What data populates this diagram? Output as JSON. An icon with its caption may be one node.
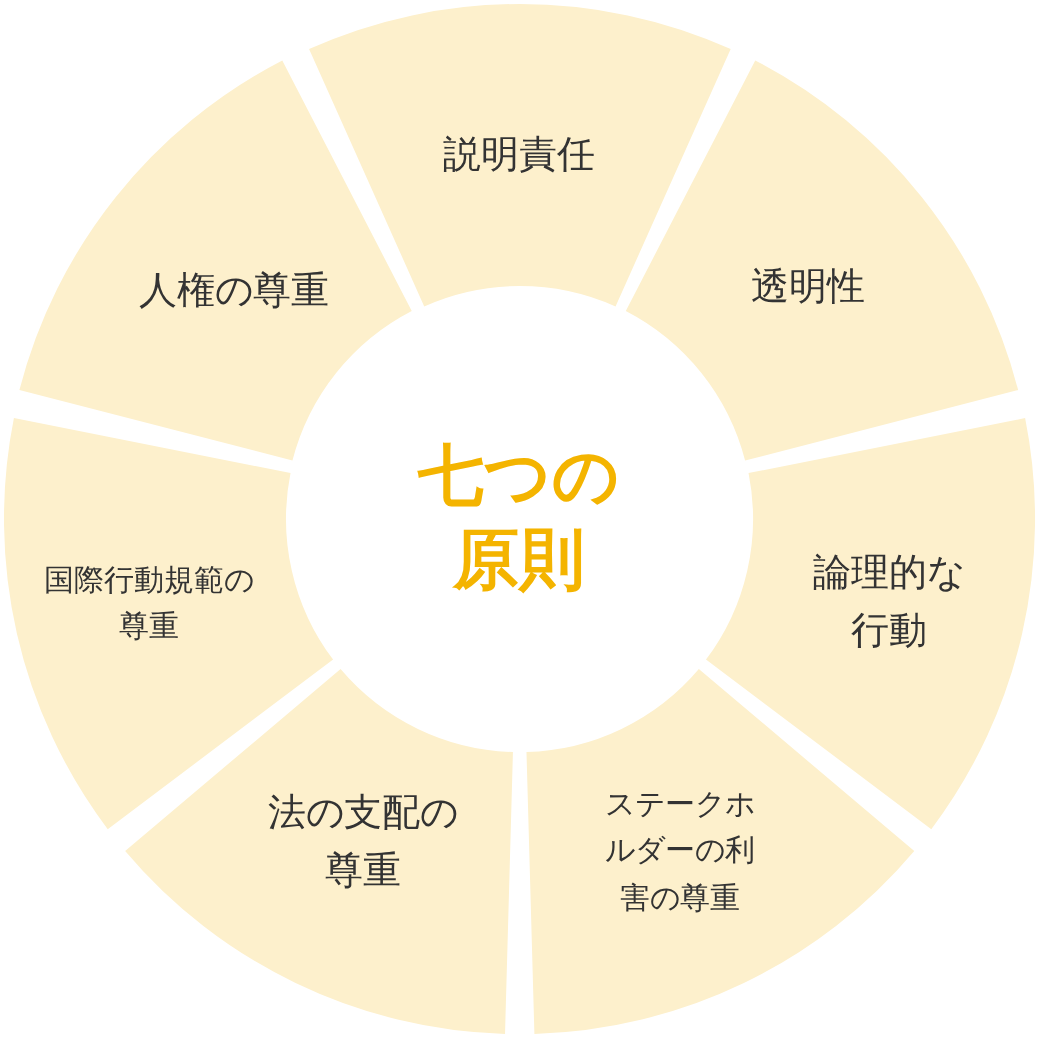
{
  "diagram": {
    "nodes": [
      {
        "text": [
          "七つの原則"
        ]
      },
      {
        "text": [
          "説明責任"
        ]
      },
      {
        "text": [
          "透明性"
        ]
      },
      {
        "text": [
          "論理的な行動"
        ]
      },
      {
        "text": [
          "ステークホルダーの利害の尊重"
        ]
      },
      {
        "text": [
          "法の支配の尊重"
        ]
      },
      {
        "text": [
          "国際行動規範の尊重"
        ]
      },
      {
        "text": [
          "人権の尊重"
        ]
      }
    ]
  }
}
